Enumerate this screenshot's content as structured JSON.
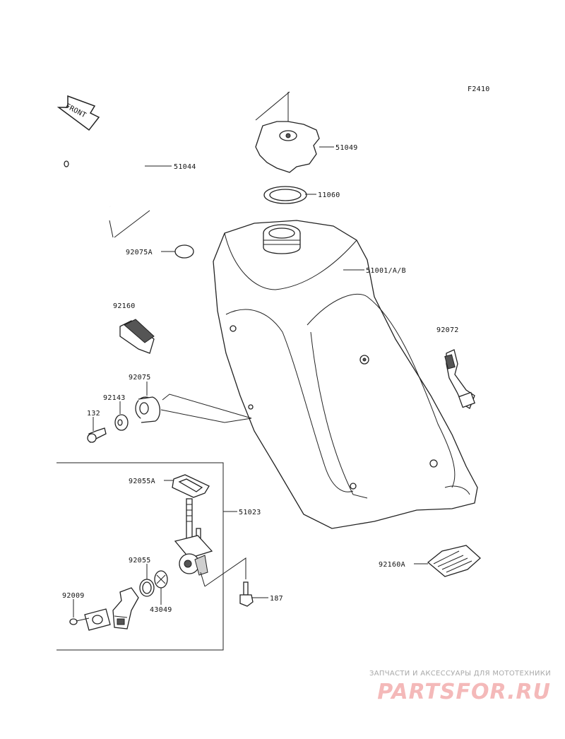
{
  "diagram": {
    "code": "F2410",
    "front_label": "FRONT",
    "parts": {
      "hose": "51044",
      "cap": "51049",
      "gasket": "11060",
      "plug": "92075A",
      "tank": "51001/A/B",
      "pad_upper": "92160",
      "strap": "92072",
      "damper": "92075",
      "collar": "92143",
      "bolt_small": "132",
      "gasket_cock": "92055A",
      "fuel_cock": "51023",
      "o_ring": "92055",
      "filter": "43049",
      "screw": "92009",
      "bolt": "187",
      "pad_lower": "92160A"
    }
  },
  "watermark": {
    "caption": "ЗАПЧАСТИ И АКСЕССУАРЫ ДЛЯ МОТОТЕХНИКИ",
    "logo": "PARTSFOR.RU"
  }
}
